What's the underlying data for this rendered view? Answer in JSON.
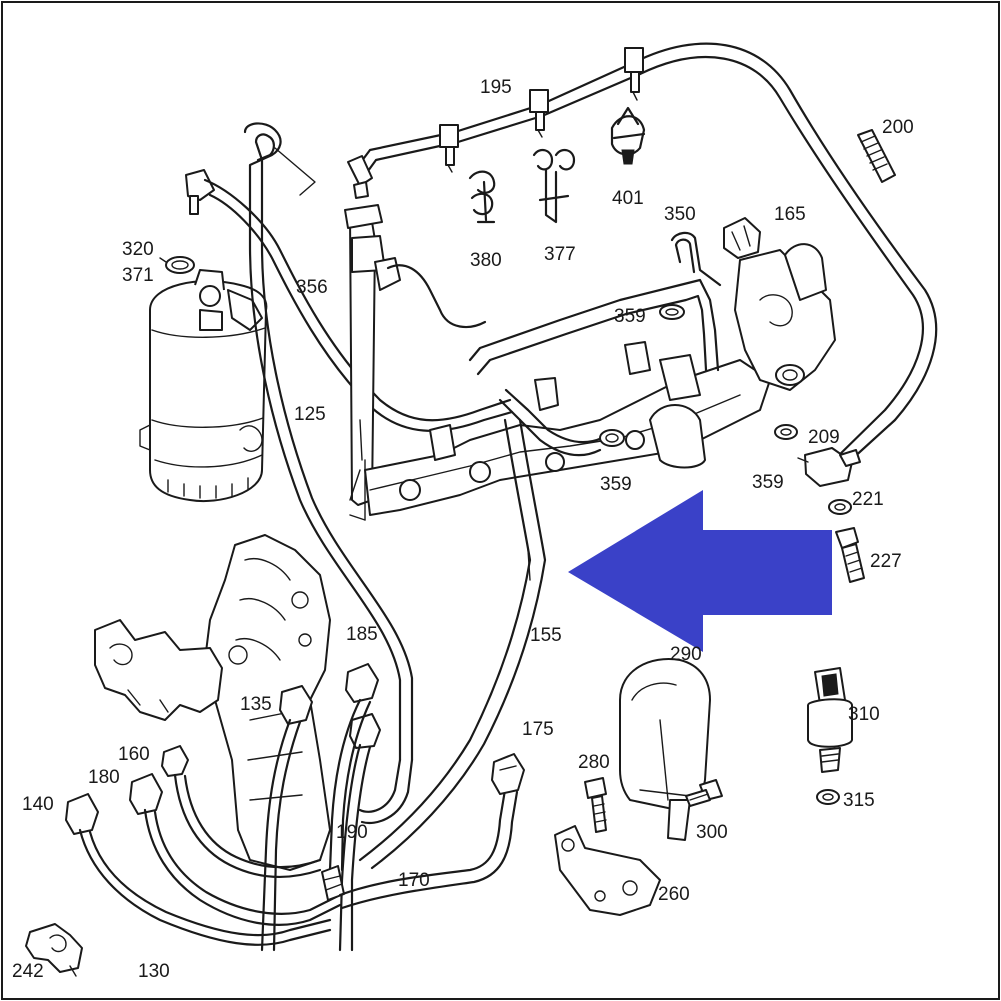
{
  "labels": {
    "l195": "195",
    "l200": "200",
    "l401": "401",
    "l380": "380",
    "l377": "377",
    "l350": "350",
    "l165": "165",
    "l320": "320",
    "l371": "371",
    "l356": "356",
    "l359a": "359",
    "l359b": "359",
    "l359c": "359",
    "l125": "125",
    "l209": "209",
    "l221": "221",
    "l227": "227",
    "l155": "155",
    "l185": "185",
    "l135": "135",
    "l290": "290",
    "l310": "310",
    "l175": "175",
    "l160": "160",
    "l180": "180",
    "l140": "140",
    "l280": "280",
    "l315": "315",
    "l300": "300",
    "l190": "190",
    "l170": "170",
    "l260": "260",
    "l242": "242",
    "l130": "130"
  },
  "colors": {
    "line": "#1a1a1a",
    "background": "#ffffff",
    "arrow": "#3a41c8"
  },
  "icons": {
    "pointer": "left-arrow-icon"
  }
}
